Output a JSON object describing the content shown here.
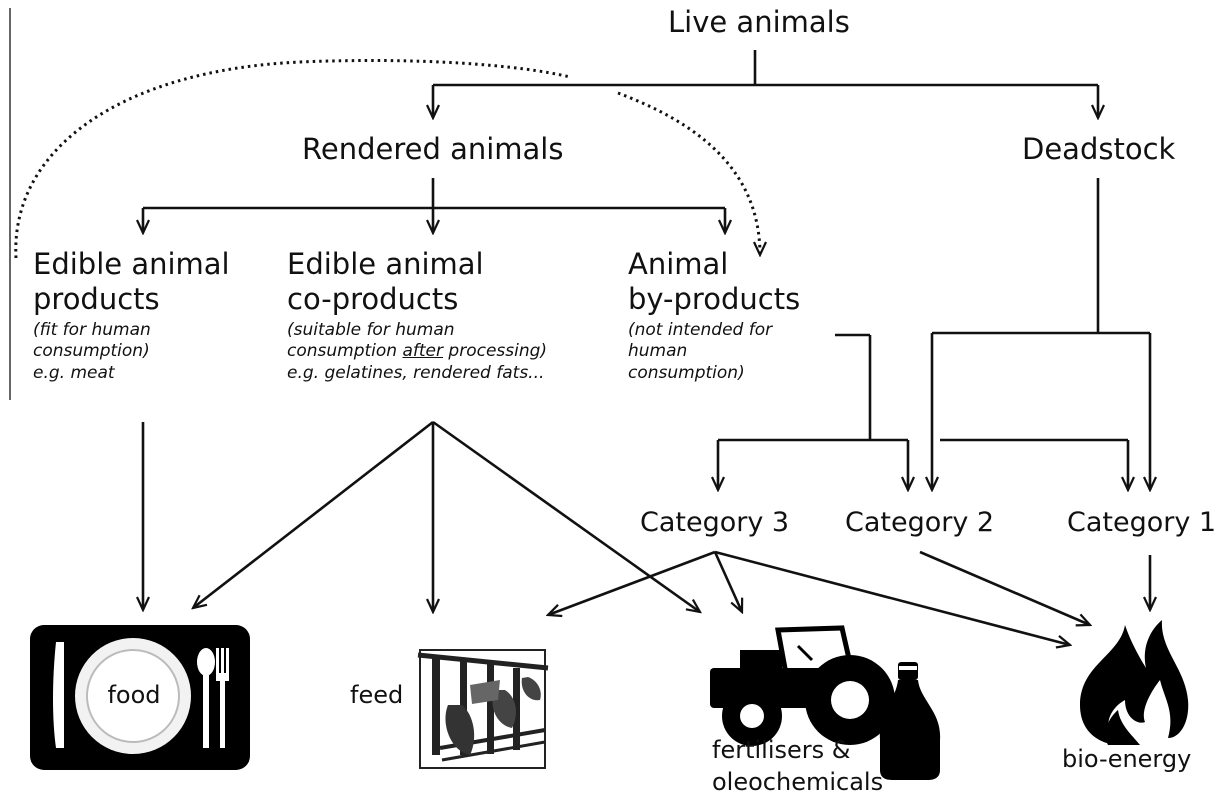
{
  "nodes": {
    "live_animals": "Live animals",
    "rendered_animals": "Rendered animals",
    "deadstock": "Deadstock",
    "edible_products": {
      "title_line1": "Edible animal",
      "title_line2": "products",
      "desc_line1": "(fit for human",
      "desc_line2": "consumption)",
      "example": "e.g. meat"
    },
    "edible_coproducts": {
      "title_line1": "Edible animal",
      "title_line2": "co-products",
      "desc_line1": "(suitable for human",
      "desc_line2_a": "consumption ",
      "desc_line2_u": "after",
      "desc_line2_b": " processing)",
      "example": "e.g. gelatines, rendered fats..."
    },
    "byproducts": {
      "title_line1": "Animal",
      "title_line2": "by-products",
      "desc_line1": "(not intended for",
      "desc_line2": "human",
      "desc_line3": "consumption)"
    },
    "category3": "Category 3",
    "category2": "Category 2",
    "category1": "Category 1"
  },
  "outputs": {
    "food": "food",
    "feed": "feed",
    "fertilisers_line1": "fertilisers &",
    "fertilisers_line2": "oleochemicals",
    "bioenergy": "bio-energy"
  },
  "icons": [
    "plate-icon",
    "cattle-feed-icon",
    "tractor-icon",
    "oil-bottle-icon",
    "flame-icon"
  ]
}
